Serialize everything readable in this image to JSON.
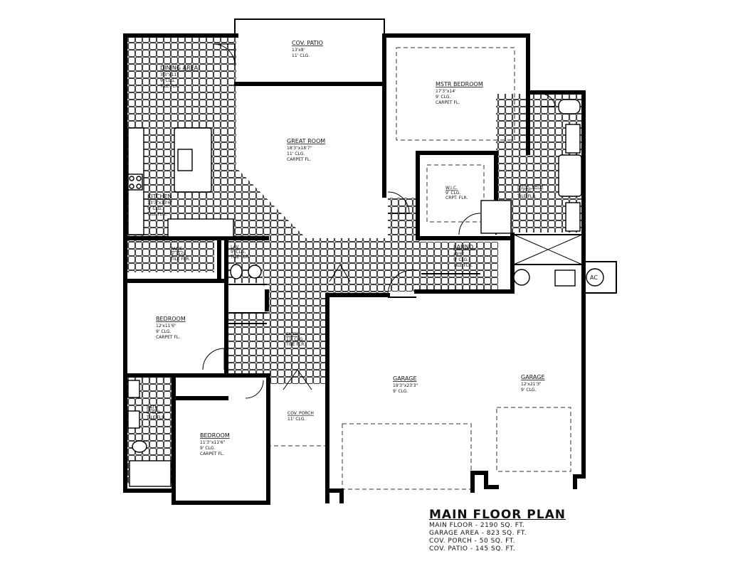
{
  "plan": {
    "title": "MAIN FLOOR PLAN",
    "summary": [
      "MAIN FLOOR - 2190 SQ. FT.",
      "GARAGE AREA - 823 SQ. FT.",
      "COV. PORCH - 50 SQ. FT.",
      "COV. PATIO - 145 SQ. FT."
    ],
    "ac_label": "AC"
  },
  "rooms": {
    "cov_patio": {
      "name": "COV. PATIO",
      "lines": [
        "13'x8'",
        "11' CLG."
      ]
    },
    "dining": {
      "name": "DINING AREA",
      "lines": [
        "3'3\"x11'",
        "9' CLG.",
        "TILE FLR."
      ]
    },
    "great_room": {
      "name": "GREAT ROOM",
      "lines": [
        "18'3\"x18'7\"",
        "11' CLG.",
        "CARPET FL."
      ]
    },
    "master": {
      "name": "MSTR BEDROOM",
      "lines": [
        "17'3\"x14'",
        "9' CLG.",
        "CARPET FL."
      ]
    },
    "kitchen": {
      "name": "KITCHEN",
      "lines": [
        "13'3\"x13'6\"",
        "9' CLG.",
        "TILE FLR."
      ]
    },
    "wic": {
      "name": "W.I.C.",
      "lines": [
        "9' CLG.",
        "CRPT. FLR."
      ]
    },
    "mstr_bath": {
      "name": "MSTR. BATH",
      "lines": [
        "9' CLG.",
        "TILE FLR."
      ]
    },
    "pantry": {
      "name": "PANT.",
      "lines": [
        "9' CLG.",
        "TILE FLR."
      ]
    },
    "lav": {
      "name": "LAV.",
      "lines": [
        "9' CLG.",
        "TILE FLR."
      ]
    },
    "laundry": {
      "name": "LAUND.",
      "lines": [
        "x9'6\"",
        "9' CLG.",
        "TILE FLR."
      ]
    },
    "bedroom1": {
      "name": "BEDROOM",
      "lines": [
        "12'x11'6\"",
        "9' CLG.",
        "CARPET FL."
      ]
    },
    "entry": {
      "name": "ENTRY",
      "lines": [
        "11' CLG.",
        "TILE FLR."
      ]
    },
    "garage_left": {
      "name": "GARAGE",
      "lines": [
        "19'3\"x23'3\"",
        "9' CLG."
      ]
    },
    "garage_right": {
      "name": "GARAGE",
      "lines": [
        "12'x21'3\"",
        "9' CLG."
      ]
    },
    "bath": {
      "name": "BATH",
      "lines": [
        "9' CLG.",
        "TILE FLR."
      ]
    },
    "cov_porch": {
      "name": "COV. PORCH",
      "lines": [
        "11' CLG."
      ]
    },
    "bedroom2": {
      "name": "BEDROOM",
      "lines": [
        "11'3\"x11'6\"",
        "9' CLG.",
        "CARPET FL."
      ]
    }
  }
}
